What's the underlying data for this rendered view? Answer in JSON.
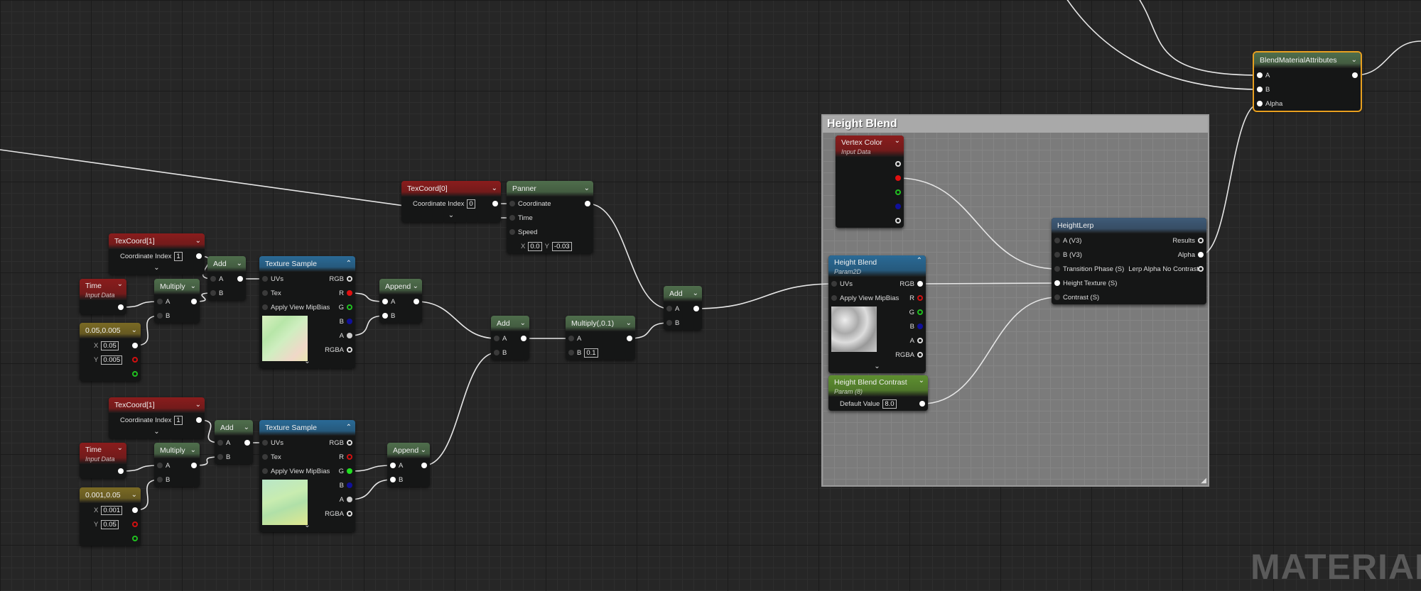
{
  "comment": {
    "title": "Height Blend"
  },
  "watermark": "MATERIAL",
  "colors": {
    "red_header": "#8a1c1c",
    "green_header": "#4f6e4c",
    "blue_header": "#2a6a96",
    "olive_header": "#7a6a24",
    "param_green": "#5e9030",
    "lerp_header": "#3f5b78",
    "selection": "#e8a020"
  },
  "nodes": [
    {
      "id": "texcoord0",
      "title": "TexCoord[0]",
      "color": "red_header",
      "chevron": "⌄",
      "footer": "⌄",
      "rows": [
        {
          "in_label": "Coordinate Index",
          "fields": [
            {
              "value": "0"
            }
          ],
          "out_pin": "white"
        }
      ]
    },
    {
      "id": "panner",
      "title": "Panner",
      "color": "green_header",
      "chevron": "⌄",
      "rows": [
        {
          "in_pin": "dim",
          "in_label": "Coordinate",
          "out_pin": "white"
        },
        {
          "in_pin": "dim",
          "in_label": "Time"
        },
        {
          "in_pin": "dim",
          "in_label": "Speed"
        },
        {
          "fields": [
            {
              "label": "X",
              "value": "0.0"
            },
            {
              "label": "Y",
              "value": "-0.03"
            }
          ]
        }
      ]
    },
    {
      "id": "tc1a",
      "title": "TexCoord[1]",
      "color": "red_header",
      "chevron": "⌄",
      "footer": "⌄",
      "rows": [
        {
          "in_label": "Coordinate Index",
          "fields": [
            {
              "value": "1"
            }
          ],
          "out_pin": "white"
        }
      ]
    },
    {
      "id": "add1",
      "title": "Add",
      "color": "green_header",
      "chevron": "⌄",
      "rows": [
        {
          "in_pin": "dim",
          "in_label": "A",
          "out_pin": "white"
        },
        {
          "in_pin": "dim",
          "in_label": "B"
        }
      ]
    },
    {
      "id": "time1",
      "title": "Time",
      "subtitle": "Input Data",
      "color": "red_header",
      "chevron": "⌄",
      "rows": [
        {
          "out_pin": "white"
        }
      ]
    },
    {
      "id": "mul1",
      "title": "Multiply",
      "color": "green_header",
      "chevron": "⌄",
      "rows": [
        {
          "in_pin": "dim",
          "in_label": "A",
          "out_pin": "white"
        },
        {
          "in_pin": "dim",
          "in_label": "B"
        }
      ]
    },
    {
      "id": "c1",
      "title": "0.05,0.005",
      "color": "olive_header",
      "chevron": "⌄",
      "rows": [
        {
          "fields": [
            {
              "label": "X",
              "value": "0.05"
            }
          ],
          "out_pin": "white"
        },
        {
          "fields": [
            {
              "label": "Y",
              "value": "0.005"
            }
          ],
          "out_pin": "redh"
        },
        {
          "out_pin": "greenh"
        }
      ]
    },
    {
      "id": "ts1",
      "title": "Texture Sample",
      "color": "blue_header",
      "chevron": "⌃",
      "footer": "⌄",
      "preview": "prev-color",
      "rows": [
        {
          "in_pin": "dim",
          "in_label": "UVs",
          "out_label": "RGB",
          "out_pin": "whiteh"
        },
        {
          "in_pin": "dim",
          "in_label": "Tex",
          "out_label": "R",
          "out_pin": "red"
        },
        {
          "in_pin": "dim",
          "in_label": "Apply View MipBias",
          "out_label": "G",
          "out_pin": "greenh"
        },
        {
          "out_label": "B",
          "out_pin": "blue"
        },
        {
          "out_label": "A",
          "out_pin": "grey"
        },
        {
          "out_label": "RGBA",
          "out_pin": "whiteh"
        }
      ]
    },
    {
      "id": "app1",
      "title": "Append",
      "color": "green_header",
      "chevron": "⌄",
      "rows": [
        {
          "in_pin": "white",
          "in_label": "A",
          "out_pin": "white"
        },
        {
          "in_pin": "white",
          "in_label": "B"
        }
      ]
    },
    {
      "id": "add2",
      "title": "Add",
      "color": "green_header",
      "chevron": "⌄",
      "rows": [
        {
          "in_pin": "dim",
          "in_label": "A",
          "out_pin": "white"
        },
        {
          "in_pin": "dim",
          "in_label": "B"
        }
      ]
    },
    {
      "id": "mulp",
      "title": "Multiply(,0.1)",
      "color": "green_header",
      "chevron": "⌄",
      "rows": [
        {
          "in_pin": "dim",
          "in_label": "A",
          "out_pin": "white"
        },
        {
          "in_pin": "dim",
          "in_label": "B",
          "fields": [
            {
              "value": "0.1"
            }
          ]
        }
      ]
    },
    {
      "id": "add3",
      "title": "Add",
      "color": "green_header",
      "chevron": "⌄",
      "rows": [
        {
          "in_pin": "dim",
          "in_label": "A",
          "out_pin": "white"
        },
        {
          "in_pin": "dim",
          "in_label": "B"
        }
      ]
    },
    {
      "id": "tc1b",
      "title": "TexCoord[1]",
      "color": "red_header",
      "chevron": "⌄",
      "footer": "⌄",
      "rows": [
        {
          "in_label": "Coordinate Index",
          "fields": [
            {
              "value": "1"
            }
          ],
          "out_pin": "white"
        }
      ]
    },
    {
      "id": "add4",
      "title": "Add",
      "color": "green_header",
      "chevron": "⌄",
      "rows": [
        {
          "in_pin": "dim",
          "in_label": "A",
          "out_pin": "white"
        },
        {
          "in_pin": "dim",
          "in_label": "B"
        }
      ]
    },
    {
      "id": "time2",
      "title": "Time",
      "subtitle": "Input Data",
      "color": "red_header",
      "chevron": "⌄",
      "rows": [
        {
          "out_pin": "white"
        }
      ]
    },
    {
      "id": "mul2",
      "title": "Multiply",
      "color": "green_header",
      "chevron": "⌄",
      "rows": [
        {
          "in_pin": "dim",
          "in_label": "A",
          "out_pin": "white"
        },
        {
          "in_pin": "dim",
          "in_label": "B"
        }
      ]
    },
    {
      "id": "c2",
      "title": "0.001,0.05",
      "color": "olive_header",
      "chevron": "⌄",
      "rows": [
        {
          "fields": [
            {
              "label": "X",
              "value": "0.001"
            }
          ],
          "out_pin": "white"
        },
        {
          "fields": [
            {
              "label": "Y",
              "value": "0.05"
            }
          ],
          "out_pin": "redh"
        },
        {
          "out_pin": "greenh"
        }
      ]
    },
    {
      "id": "ts2",
      "title": "Texture Sample",
      "color": "blue_header",
      "chevron": "⌃",
      "footer": "⌄",
      "preview": "prev-color2",
      "rows": [
        {
          "in_pin": "dim",
          "in_label": "UVs",
          "out_label": "RGB",
          "out_pin": "whiteh"
        },
        {
          "in_pin": "dim",
          "in_label": "Tex",
          "out_label": "R",
          "out_pin": "redh"
        },
        {
          "in_pin": "dim",
          "in_label": "Apply View MipBias",
          "out_label": "G",
          "out_pin": "green"
        },
        {
          "out_label": "B",
          "out_pin": "blue"
        },
        {
          "out_label": "A",
          "out_pin": "grey"
        },
        {
          "out_label": "RGBA",
          "out_pin": "whiteh"
        }
      ]
    },
    {
      "id": "app2",
      "title": "Append",
      "color": "green_header",
      "chevron": "⌄",
      "rows": [
        {
          "in_pin": "white",
          "in_label": "A",
          "out_pin": "white"
        },
        {
          "in_pin": "white",
          "in_label": "B"
        }
      ]
    },
    {
      "id": "vc",
      "title": "Vertex Color",
      "subtitle": "Input Data",
      "color": "red_header",
      "chevron": "⌄",
      "rows": [
        {
          "out_pin": "whiteh"
        },
        {
          "out_pin": "red"
        },
        {
          "out_pin": "greenh"
        },
        {
          "out_pin": "blue"
        },
        {
          "out_pin": "whiteh"
        }
      ]
    },
    {
      "id": "hb",
      "title": "Height Blend",
      "subtitle": "Param2D",
      "color": "blue_header",
      "chevron": "⌃",
      "footer": "⌄",
      "preview": "prev-gray",
      "rows": [
        {
          "in_pin": "dim",
          "in_label": "UVs",
          "out_label": "RGB",
          "out_pin": "white"
        },
        {
          "in_pin": "dim",
          "in_label": "Apply View MipBias",
          "out_label": "R",
          "out_pin": "redh"
        },
        {
          "out_label": "G",
          "out_pin": "greenh"
        },
        {
          "out_label": "B",
          "out_pin": "blue"
        },
        {
          "out_label": "A",
          "out_pin": "whiteh"
        },
        {
          "out_label": "RGBA",
          "out_pin": "whiteh"
        }
      ]
    },
    {
      "id": "hbc",
      "title": "Height Blend Contrast",
      "subtitle": "Param (8)",
      "color": "param_green",
      "chevron": "⌄",
      "rows": [
        {
          "in_label": "Default Value",
          "fields": [
            {
              "value": "8.0"
            }
          ],
          "out_pin": "white"
        }
      ]
    },
    {
      "id": "hl",
      "title": "HeightLerp",
      "color": "lerp_header",
      "rows": [
        {
          "in_pin": "dim",
          "in_label": "A (V3)",
          "out_label": "Results",
          "out_pin": "whiteh"
        },
        {
          "in_pin": "dim",
          "in_label": "B (V3)",
          "out_label": "Alpha",
          "out_pin": "white"
        },
        {
          "in_pin": "dim",
          "in_label": "Transition Phase (S)",
          "out_label": "Lerp Alpha No Contrast",
          "out_pin": "whiteh"
        },
        {
          "in_pin": "white",
          "in_label": "Height Texture (S)"
        },
        {
          "in_pin": "dim",
          "in_label": "Contrast (S)"
        }
      ]
    },
    {
      "id": "bma",
      "title": "BlendMaterialAttributes",
      "color": "green_header",
      "chevron": "⌄",
      "selected": true,
      "rows": [
        {
          "in_pin": "white",
          "in_label": "A",
          "out_pin": "white"
        },
        {
          "in_pin": "white",
          "in_label": "B"
        },
        {
          "in_pin": "white",
          "in_label": "Alpha"
        }
      ]
    }
  ]
}
